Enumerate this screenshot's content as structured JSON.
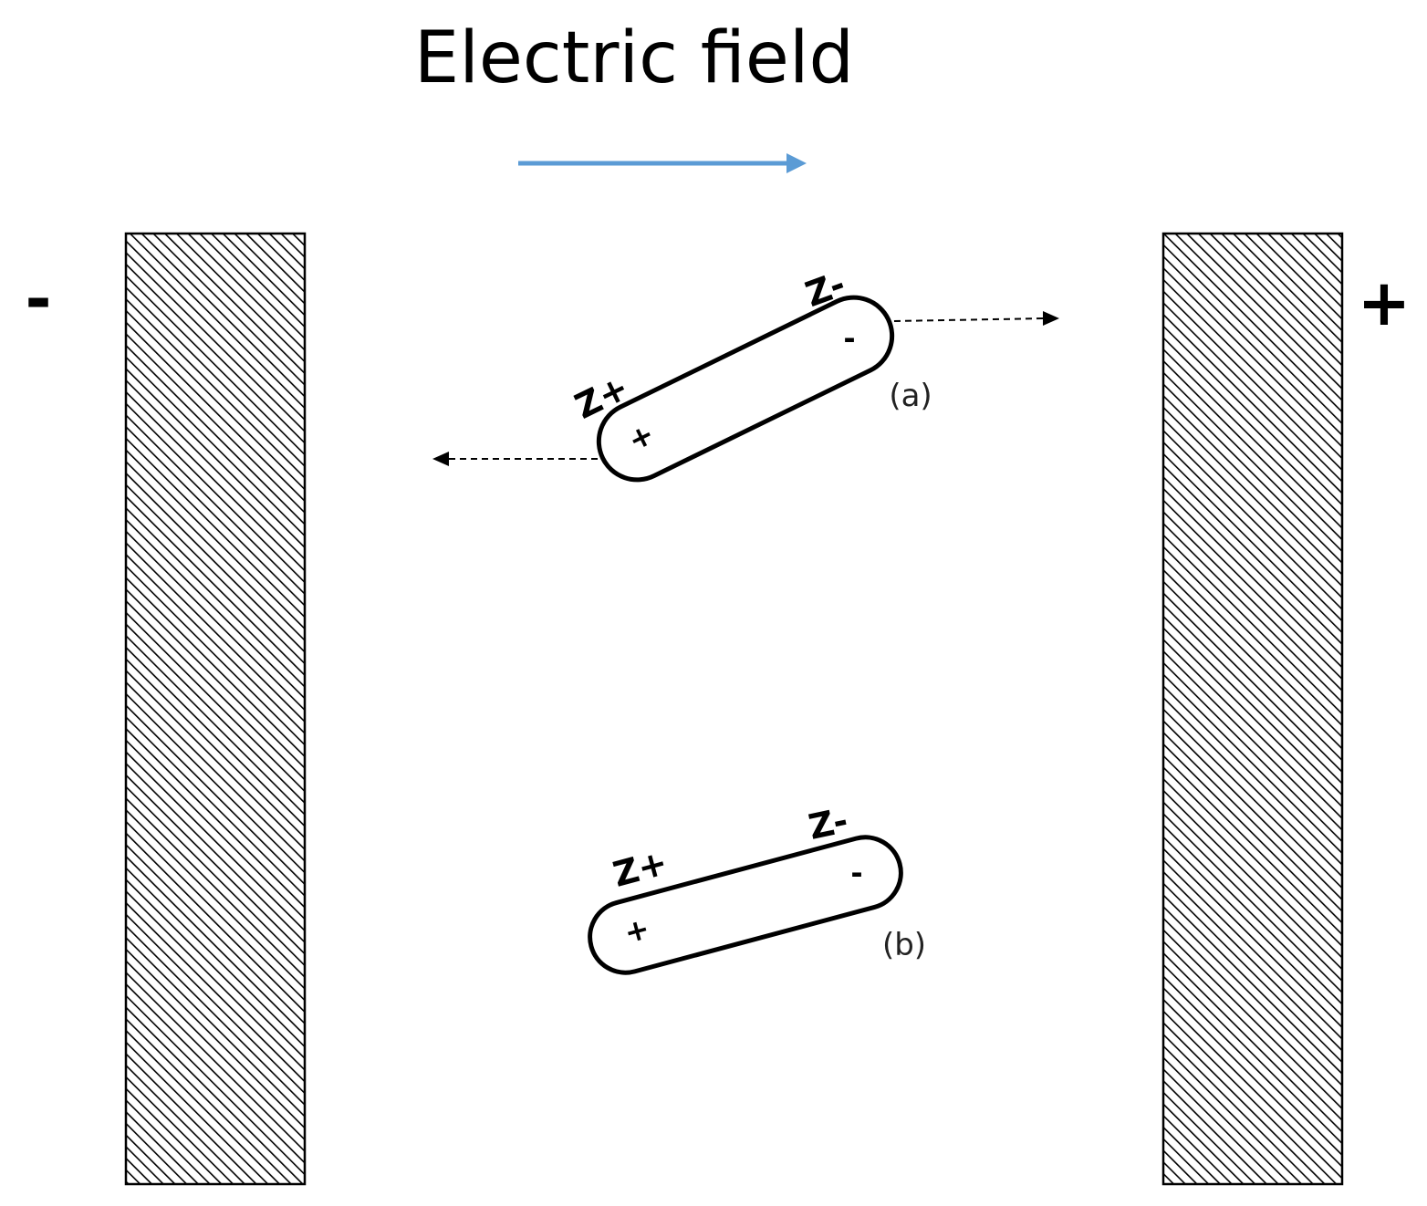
{
  "title": "Electric field",
  "colors": {
    "field_arrow": "#5b9bd5",
    "stroke": "#000000",
    "hatch": "#000000",
    "background": "#ffffff"
  },
  "electrodes": {
    "left": {
      "sign": "-"
    },
    "right": {
      "sign": "+"
    }
  },
  "particles": {
    "a": {
      "caption": "(a)",
      "positive_end_label": "Z+",
      "negative_end_label": "Z-",
      "positive_charge": "+",
      "negative_charge": "-"
    },
    "b": {
      "caption": "(b)",
      "positive_end_label": "Z+",
      "negative_end_label": "Z-",
      "positive_charge": "+",
      "negative_charge": "-"
    }
  },
  "icons": {
    "field_arrow": "arrow-right-icon",
    "force_left": "dashed-arrow-left-icon",
    "force_right": "dashed-arrow-right-icon"
  }
}
